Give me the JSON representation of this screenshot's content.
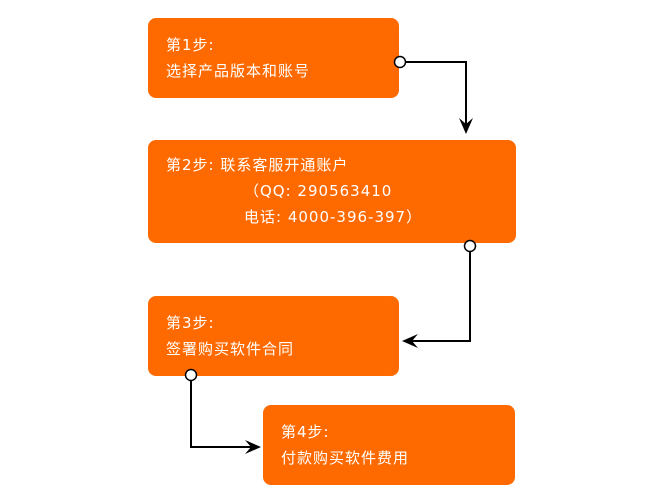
{
  "steps": [
    {
      "title": "第1步:",
      "lines": [
        "选择产品版本和账号"
      ]
    },
    {
      "title": "第2步: 联系客服开通账户",
      "lines": [
        "（QQ: 290563410",
        "电话: 4000-396-397）"
      ]
    },
    {
      "title": "第3步:",
      "lines": [
        "签署购买软件合同"
      ]
    },
    {
      "title": "第4步:",
      "lines": [
        "付款购买软件费用"
      ]
    }
  ],
  "colors": {
    "box_fill": "#ff6a00",
    "box_text": "#ffffff",
    "connector": "#000000"
  }
}
